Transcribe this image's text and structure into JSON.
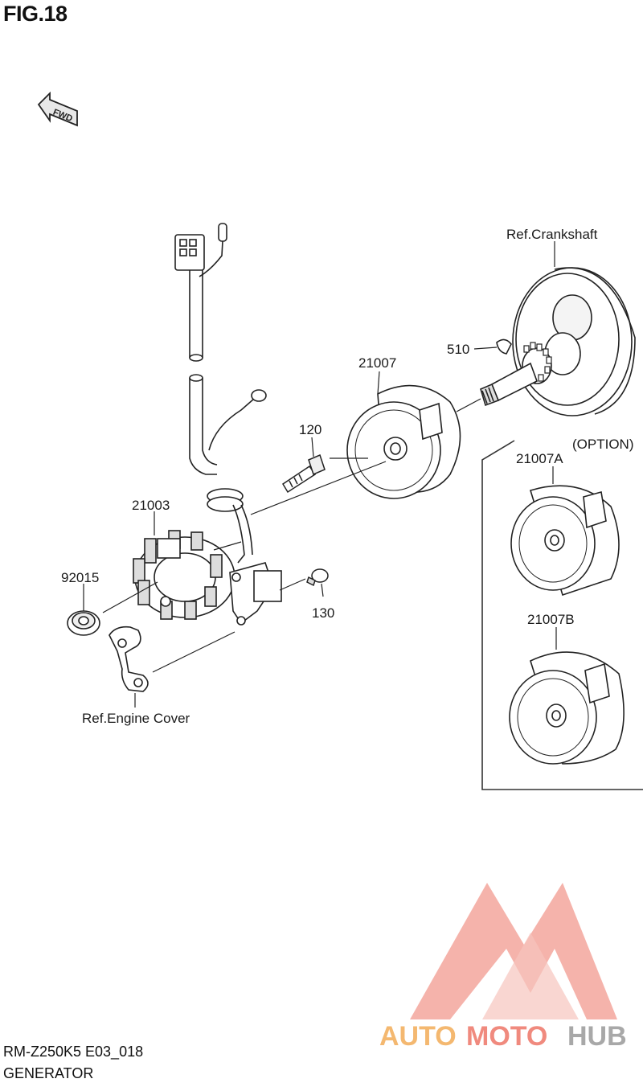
{
  "figure": {
    "title": "FIG.18"
  },
  "fwd_badge": {
    "text": "FWD"
  },
  "labels": {
    "ref_crankshaft": "Ref.Crankshaft",
    "part_510": "510",
    "part_21007": "21007",
    "part_120": "120",
    "part_21003": "21003",
    "part_92015": "92015",
    "part_130": "130",
    "ref_engine_cover": "Ref.Engine Cover",
    "option": "(OPTION)",
    "part_21007A": "21007A",
    "part_21007B": "21007B"
  },
  "footer": {
    "model_code": "RM-Z250K5 E03_018",
    "section_name": "GENERATOR"
  },
  "watermark": {
    "part1": "AUTO",
    "part2": "MOTO",
    "part3": "HUB",
    "color_primary": "#f08a7e",
    "color_secondary": "#f4b870",
    "color_dark": "#a8a8a8"
  }
}
